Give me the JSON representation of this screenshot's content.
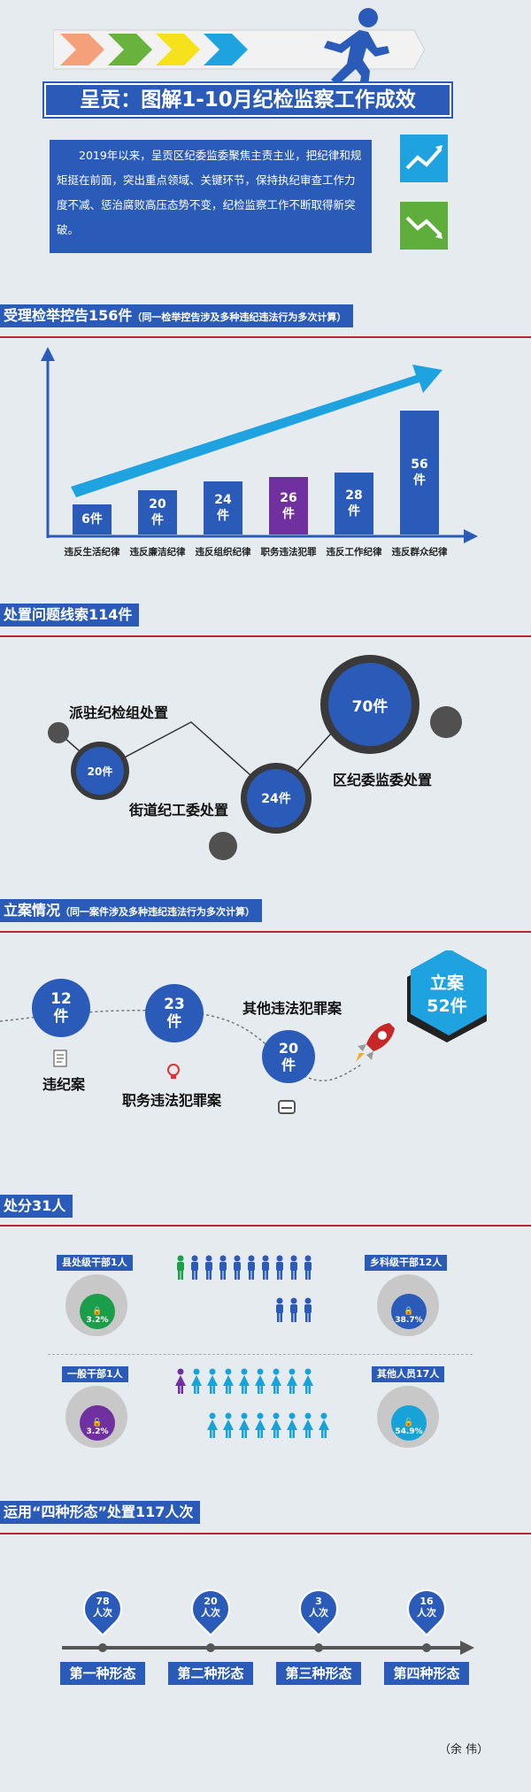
{
  "header": {
    "title": "呈贡：图解1-10月纪检监察工作成效",
    "intro": "2019年以来，呈贡区纪委监委聚焦主责主业，把纪律和规矩挺在前面，突出重点领域、关键环节，保持执纪审查工作力度不减、惩治腐败高压态势不变，纪检监察工作不断取得新突破。"
  },
  "section1": {
    "title": "受理检举控告156件",
    "note": "（同一检举控告涉及多种违纪违法行为多次计算）"
  },
  "chart_data": {
    "type": "bar",
    "categories": [
      "违反生活纪律",
      "违反廉洁纪律",
      "违反组织纪律",
      "职务违法犯罪",
      "违反工作纪律",
      "违反群众纪律"
    ],
    "values": [
      6,
      20,
      24,
      26,
      28,
      56
    ],
    "value_labels": [
      "6件",
      "20件",
      "24件",
      "26件",
      "28件",
      "56件"
    ],
    "highlight_index": 3,
    "colors": {
      "bar": "#2b5bb8",
      "highlight": "#7030a0"
    }
  },
  "section2": {
    "title": "处置问题线索114件",
    "items": [
      {
        "label": "派驻纪检组处置",
        "value": "20件"
      },
      {
        "label": "街道纪工委处置",
        "value": "24件"
      },
      {
        "label": "区纪委监委处置",
        "value": "70件"
      }
    ]
  },
  "section3": {
    "title": "立案情况",
    "note": "（同一案件涉及多种违纪违法行为多次计算）",
    "items": [
      {
        "value_num": "12",
        "unit": "件",
        "label": "违纪案"
      },
      {
        "value_num": "23",
        "unit": "件",
        "label": "职务违法犯罪案"
      },
      {
        "value_num": "20",
        "unit": "件",
        "label": "其他违法犯罪案"
      }
    ],
    "total_line1": "立案",
    "total_line2": "52件"
  },
  "section4": {
    "title": "处分31人",
    "groups": [
      {
        "label": "县处级干部1人",
        "pct": "3.2%",
        "color": "#1a9e4a"
      },
      {
        "label": "乡科级干部12人",
        "pct": "38.7%",
        "color": "#2b5bb8"
      },
      {
        "label": "一般干部1人",
        "pct": "3.2%",
        "color": "#7030a0"
      },
      {
        "label": "其他人员17人",
        "pct": "54.9%",
        "color": "#17a2d8"
      }
    ]
  },
  "section5": {
    "title": "运用“四种形态”处置117人次",
    "forms": [
      {
        "value": "78",
        "unit": "人次",
        "label": "第一种形态"
      },
      {
        "value": "20",
        "unit": "人次",
        "label": "第二种形态"
      },
      {
        "value": "3",
        "unit": "人次",
        "label": "第三种形态"
      },
      {
        "value": "16",
        "unit": "人次",
        "label": "第四种形态"
      }
    ]
  },
  "footer": {
    "author": "（余 伟）"
  }
}
